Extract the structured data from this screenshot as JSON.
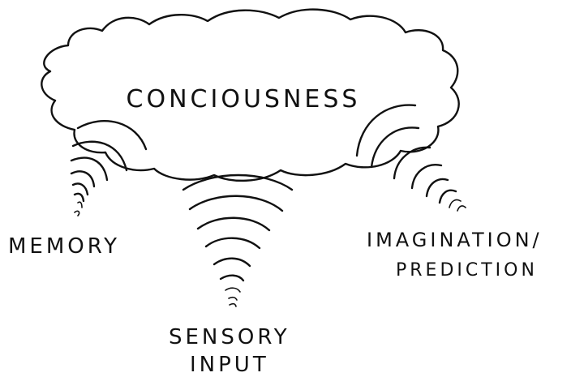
{
  "diagram": {
    "cloud_label": "CONCIOUSNESS",
    "sources": {
      "memory": "MEMORY",
      "sensory_line1": "SENSORY",
      "sensory_line2": "INPUT",
      "imagination_line1": "IMAGINATION/",
      "imagination_line2": "PREDICTION"
    }
  }
}
